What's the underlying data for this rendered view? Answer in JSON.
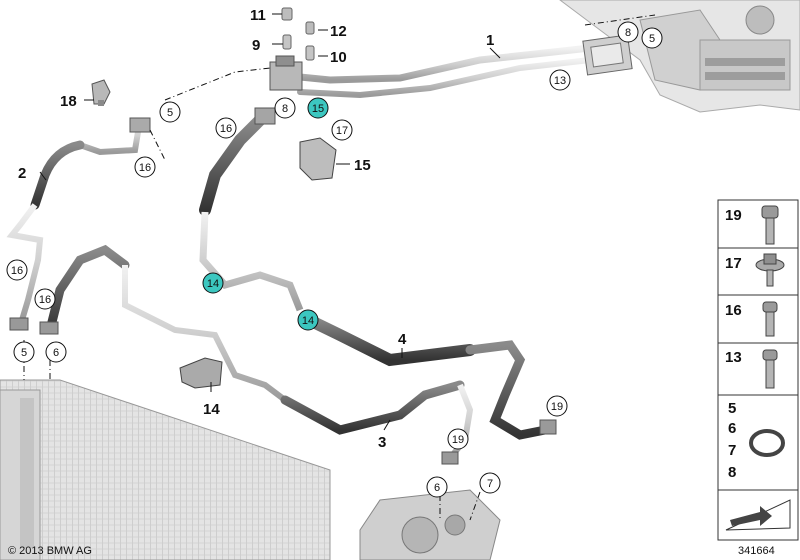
{
  "callouts_plain": [
    {
      "id": "1",
      "text": "1"
    },
    {
      "id": "2",
      "text": "2"
    },
    {
      "id": "3",
      "text": "3"
    },
    {
      "id": "4",
      "text": "4"
    },
    {
      "id": "9",
      "text": "9"
    },
    {
      "id": "10",
      "text": "10"
    },
    {
      "id": "11",
      "text": "11"
    },
    {
      "id": "12",
      "text": "12"
    },
    {
      "id": "14b",
      "text": "14"
    },
    {
      "id": "15b",
      "text": "15"
    },
    {
      "id": "18",
      "text": "18"
    }
  ],
  "callouts_circle": [
    {
      "id": "c8a",
      "text": "8"
    },
    {
      "id": "c5a",
      "text": "5"
    },
    {
      "id": "c13",
      "text": "13"
    },
    {
      "id": "c5b",
      "text": "5"
    },
    {
      "id": "c8b",
      "text": "8"
    },
    {
      "id": "c15",
      "text": "15"
    },
    {
      "id": "c16a",
      "text": "16"
    },
    {
      "id": "c17",
      "text": "17"
    },
    {
      "id": "c16b",
      "text": "16"
    },
    {
      "id": "c14a",
      "text": "14"
    },
    {
      "id": "c14b",
      "text": "14"
    },
    {
      "id": "c16c",
      "text": "16"
    },
    {
      "id": "c16d",
      "text": "16"
    },
    {
      "id": "c5c",
      "text": "5"
    },
    {
      "id": "c6a",
      "text": "6"
    },
    {
      "id": "c19a",
      "text": "19"
    },
    {
      "id": "c19b",
      "text": "19"
    },
    {
      "id": "c6b",
      "text": "6"
    },
    {
      "id": "c7",
      "text": "7"
    }
  ],
  "legend": {
    "items": [
      {
        "number": "19",
        "icon": "bolt-icon"
      },
      {
        "number": "17",
        "icon": "collar-screw-icon"
      },
      {
        "number": "16",
        "icon": "screw-icon"
      },
      {
        "number": "13",
        "icon": "screw-icon"
      }
    ],
    "ring_numbers": [
      "5",
      "6",
      "7",
      "8"
    ]
  },
  "footer": {
    "copyright": "© 2013 BMW AG",
    "diagram_number": "341664"
  },
  "colors": {
    "highlight": "#3cc7c0",
    "pipe_fill": "#d9d9d9",
    "hose_fill": "#555555"
  }
}
